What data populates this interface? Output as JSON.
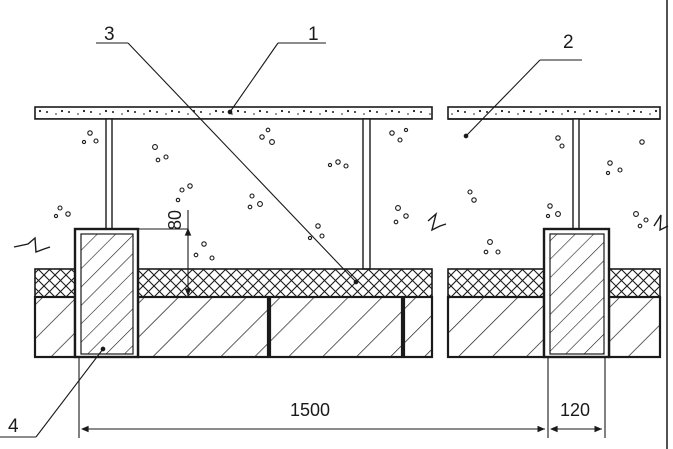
{
  "callouts": {
    "one": "1",
    "two": "2",
    "three": "3",
    "four": "4"
  },
  "dimensions": {
    "height_80": "80",
    "width_1500": "1500",
    "width_120": "120"
  },
  "colors": {
    "ink": "#1a1a1a",
    "background": "#ffffff"
  }
}
